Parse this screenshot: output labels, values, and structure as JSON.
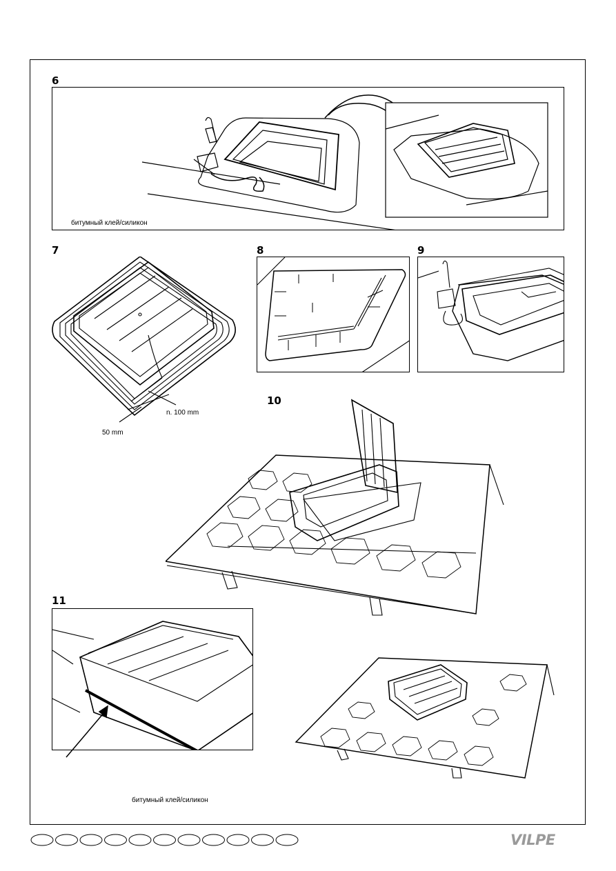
{
  "steps": {
    "s6": "6",
    "s7": "7",
    "s8": "8",
    "s9": "9",
    "s10": "10",
    "s11": "11"
  },
  "captions": {
    "glue_top": "битумный клей/силикон",
    "glue_bottom": "битумный клей/силикон",
    "dim_overlap": "n. 100 mm",
    "dim_edge": "50 mm"
  },
  "footer": {
    "language_tabs": 11,
    "logo": "VILPE"
  },
  "colors": {
    "line": "#000000",
    "logo": "#9a9a9a"
  }
}
